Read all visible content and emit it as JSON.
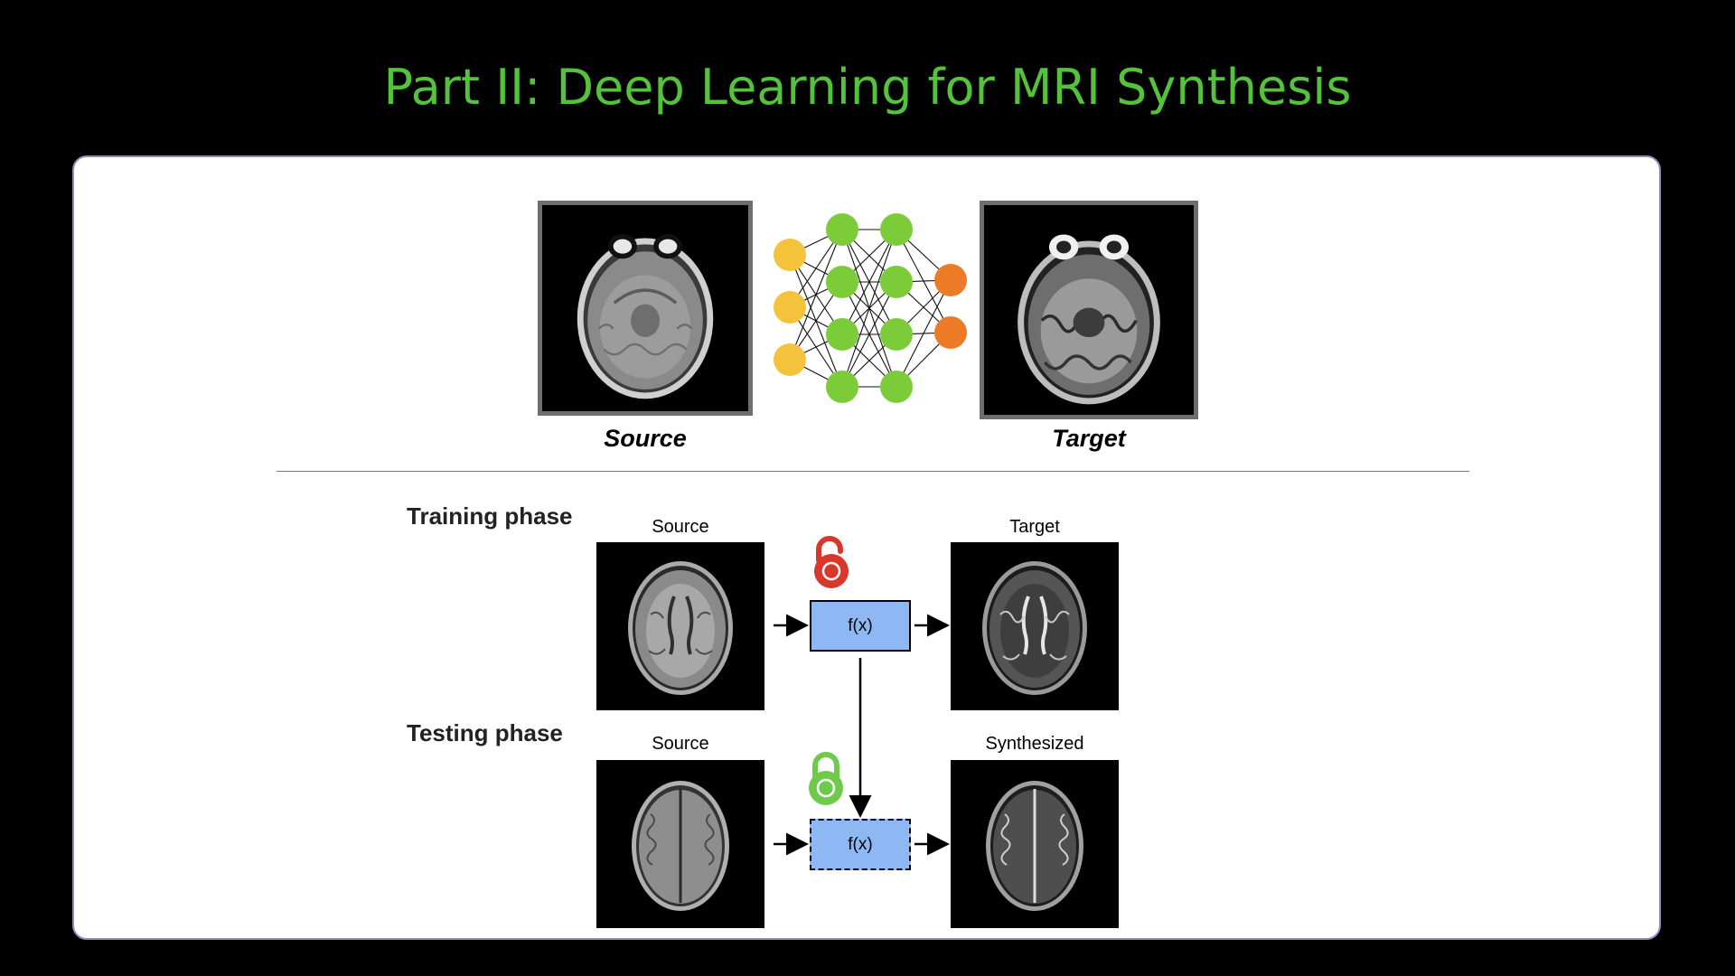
{
  "title": "Part II: Deep Learning for MRI Synthesis",
  "top": {
    "source_caption": "Source",
    "target_caption": "Target"
  },
  "training": {
    "phase_label": "Training phase",
    "source_label": "Source",
    "target_label": "Target",
    "function_label": "f(x)",
    "lock_icon": "unlocked-padlock-icon"
  },
  "testing": {
    "phase_label": "Testing phase",
    "source_label": "Source",
    "output_label": "Synthesized",
    "function_label": "f(x)",
    "lock_icon": "locked-padlock-icon"
  },
  "colors": {
    "title": "#55c23c",
    "input_node": "#f5c33b",
    "hidden_node": "#7ccc3a",
    "output_node": "#ec7a26",
    "function_box": "#8db8f3",
    "unlocked_icon": "#d8382b",
    "locked_icon": "#6fca4c"
  }
}
